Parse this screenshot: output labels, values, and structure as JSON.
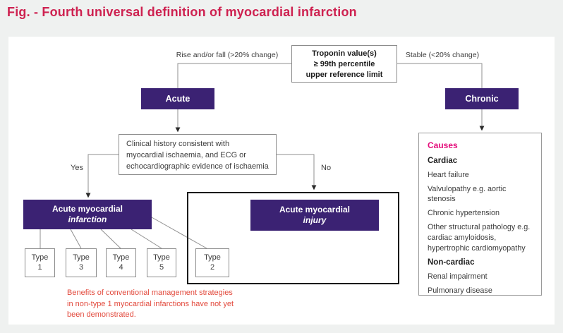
{
  "title": "Fig. - Fourth universal definition of myocardial infarction",
  "flowchart": {
    "troponin": {
      "line1": "Troponin value(s)",
      "line2": "≥ 99th percentile",
      "line3": "upper reference limit"
    },
    "left_branch_label": "Rise and/or fall (>20% change)",
    "right_branch_label": "Stable (<20% change)",
    "acute_label": "Acute",
    "chronic_label": "Chronic",
    "clinical": {
      "line1": "Clinical history consistent with",
      "line2": "myocardial ischaemia, and ECG or",
      "line3": "echocardiographic evidence of ischaemia"
    },
    "yes_label": "Yes",
    "no_label": "No",
    "infarction": {
      "line1": "Acute myocardial",
      "line2": "infarction"
    },
    "injury": {
      "line1": "Acute myocardial",
      "line2": "injury"
    },
    "types": [
      {
        "label": "Type",
        "value": "1"
      },
      {
        "label": "Type",
        "value": "3"
      },
      {
        "label": "Type",
        "value": "4"
      },
      {
        "label": "Type",
        "value": "5"
      },
      {
        "label": "Type",
        "value": "2"
      }
    ],
    "note": {
      "line1": "Benefits of conventional management strategies",
      "line2": "in non-type 1 myocardial infarctions have not yet",
      "line3": "been demonstrated."
    }
  },
  "causes": {
    "heading": "Causes",
    "cardiac_heading": "Cardiac",
    "cardiac_items": [
      "Heart failure",
      "Valvulopathy e.g. aortic stenosis",
      "Chronic hypertension",
      "Other structural pathology e.g. cardiac amyloidosis, hypertrophic cardiomyopathy"
    ],
    "noncardiac_heading": "Non-cardiac",
    "noncardiac_items": [
      "Renal impairment",
      "Pulmonary disease"
    ]
  },
  "colors": {
    "purple": "#3b2273",
    "title-red": "#ce2150",
    "causes-pink": "#e40d7b",
    "note-red": "#e2493c",
    "line": "#8f8f8f",
    "page-bg": "#eff1f0"
  }
}
